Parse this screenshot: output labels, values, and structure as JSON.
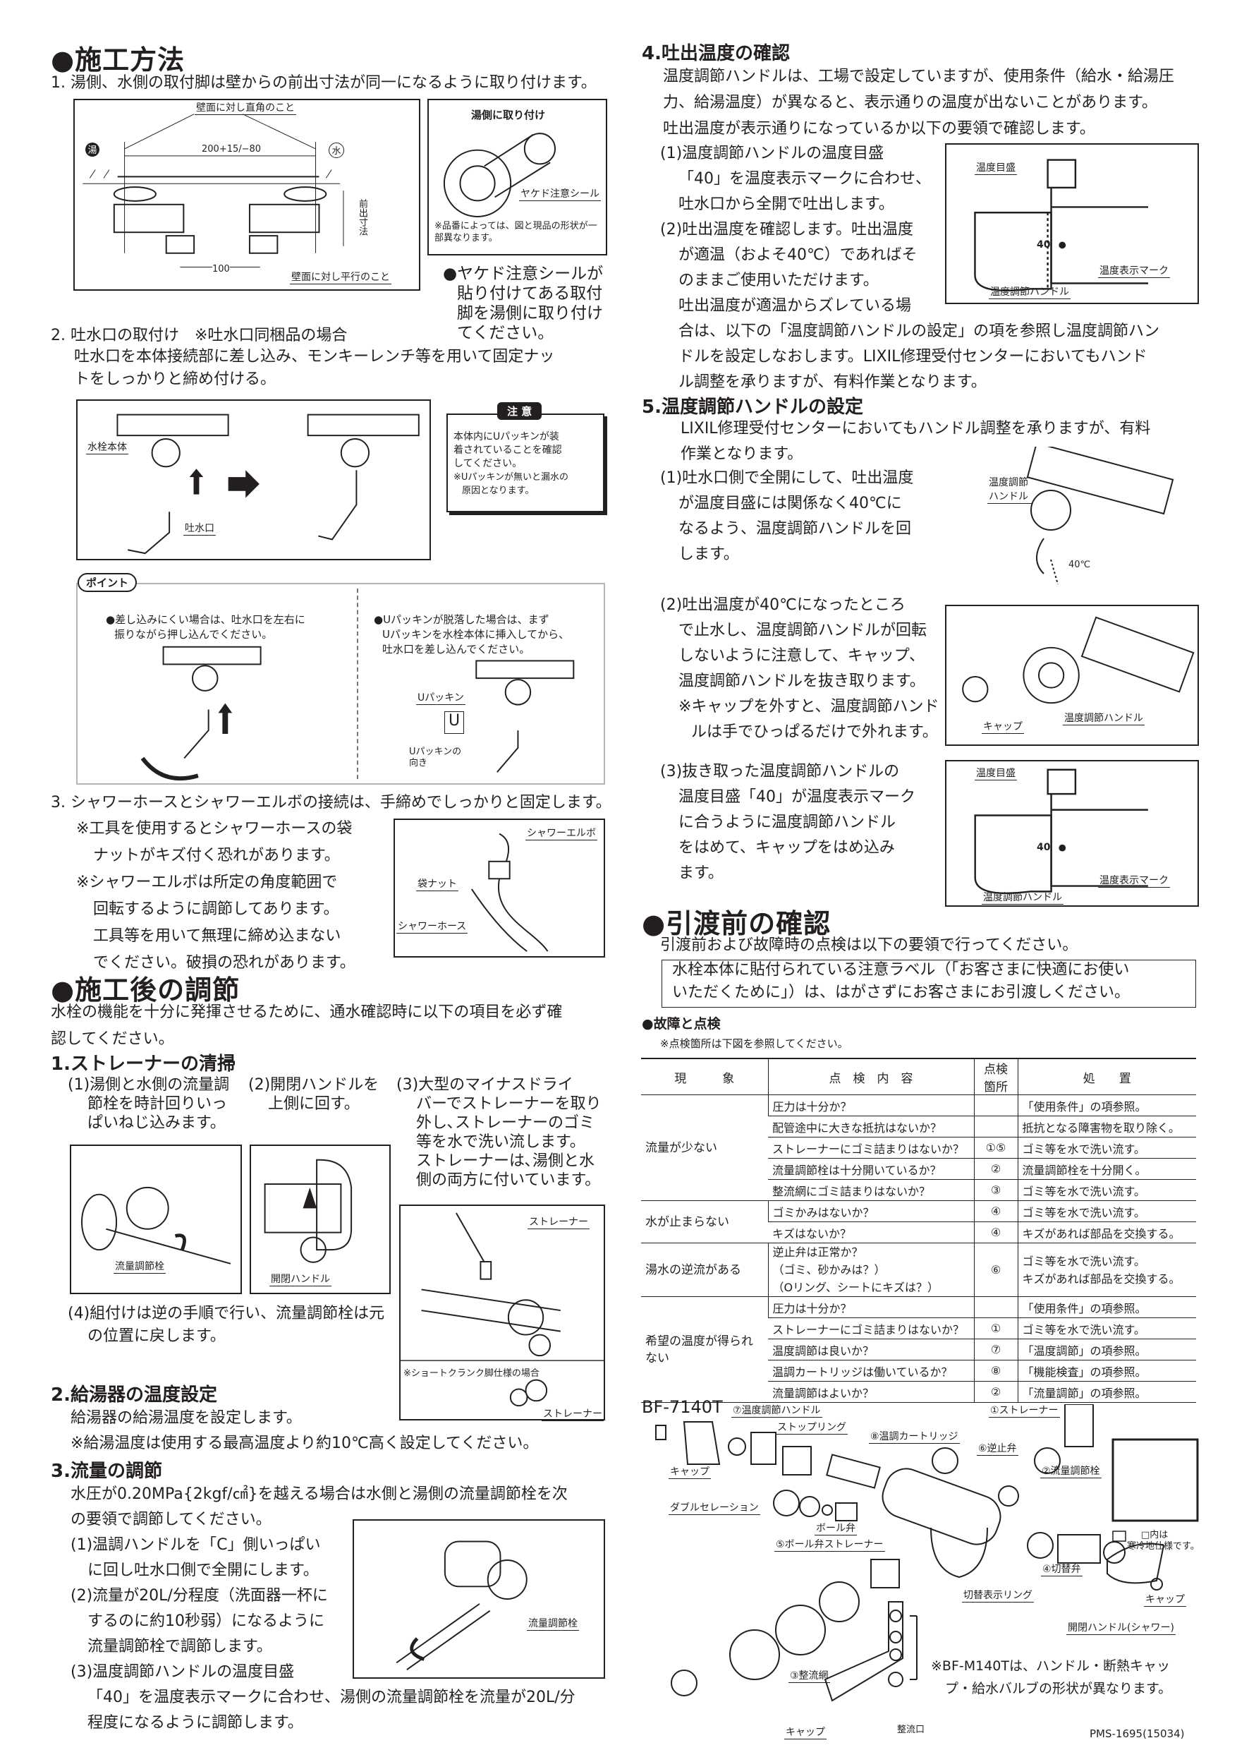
{
  "left": {
    "install": {
      "heading": "●施工方法",
      "step1": "1. 湯側、水側の取付脚は壁からの前出寸法が同一になるように取り付けます。",
      "fig1": {
        "perpendicular": "壁面に対し直角のこと",
        "dimension": "200+15/−80",
        "hot_mark": "湯",
        "cold_mark": "水",
        "projection": "前出寸法",
        "parallel": "壁面に対し平行のこと",
        "spacing": "100"
      },
      "hot_side_box": {
        "title": "湯側に取り付け",
        "seal_label": "ヤケド注意シール",
        "note": "※品番によっては、図と現品の形状が一部異なります。"
      },
      "hot_side_bullet": [
        "●ヤケド注意シールが",
        "貼り付けてある取付",
        "脚を湯側に取り付け",
        "てください。"
      ],
      "step2": "2. 吐水口の取付け　※吐水口同梱品の場合",
      "step2_body": [
        "吐水口を本体接続部に差し込み、モンキーレンチ等を用いて固定ナッ",
        "トをしっかりと締め付ける。"
      ],
      "fig2": {
        "body_label": "水栓本体",
        "spout_label": "吐水口"
      },
      "caution": {
        "title": "注 意",
        "lines": [
          "本体内にUパッキンが装",
          "着されていることを確認",
          "してください。"
        ],
        "note": [
          "※Uパッキンが無いと漏水の",
          "原因となります。"
        ]
      },
      "point": {
        "badge": "ポイント",
        "left": [
          "●差し込みにくい場合は、吐水口を左右に",
          "振りながら押し込んでください。"
        ],
        "right": [
          "●Uパッキンが脱落した場合は、まず",
          "Uパッキンを水栓本体に挿入してから、",
          "吐水口を差し込んでください。"
        ],
        "u_packing": "Uパッキン",
        "u_letter": "U",
        "u_direction": [
          "Uパッキンの",
          "向き"
        ]
      },
      "step3": "3. シャワーホースとシャワーエルボの接続は、手締めでしっかりと固定します。",
      "step3_notes": [
        "※工具を使用するとシャワーホースの袋",
        "ナットがキズ付く恐れがあります。",
        "※シャワーエルボは所定の角度範囲で",
        "回転するように調節してあります。",
        "工具等を用いて無理に締め込まない",
        "でください。破損の恐れがあります。"
      ],
      "shower_fig": {
        "elbow": "シャワーエルボ",
        "nut": "袋ナット",
        "hose": "シャワーホース"
      }
    },
    "adjust": {
      "heading": "●施工後の調節",
      "intro": [
        "水栓の機能を十分に発揮させるために、通水確認時に以下の項目を必ず確",
        "認してください。"
      ],
      "strainer": {
        "heading": "1.ストレーナーの清掃",
        "c1": [
          "(1)湯側と水側の流量調",
          "節栓を時計回りいっ",
          "ぱいねじ込みます。"
        ],
        "c2": [
          "(2)開閉ハンドルを",
          "上側に回す。"
        ],
        "c3": [
          "(3)大型のマイナスドライ",
          "バーでストレーナーを取り",
          "外し､ストレーナーのゴミ",
          "等を水で洗い流します。",
          "ストレーナーは､湯側と水",
          "側の両方に付いています。"
        ],
        "fig_flow_valve": "流量調節栓",
        "fig_handle": "開閉ハンドル",
        "fig_strainer": "ストレーナー",
        "short_crank": "※ショートクランク脚仕様の場合",
        "c4": [
          "(4)組付けは逆の手順で行い、流量調節栓は元",
          "の位置に戻します。"
        ]
      },
      "heater": {
        "heading": "2.給湯器の温度設定",
        "lines": [
          "給湯器の給湯温度を設定します。",
          "※給湯温度は使用する最高温度より約10℃高く設定してください。"
        ]
      },
      "flow": {
        "heading": "3.流量の調節",
        "intro": [
          "水圧が0.20MPa{2kgf/㎠}を越える場合は水側と湯側の流量調節栓を次",
          "の要領で調節してください。"
        ],
        "steps": [
          "(1)温調ハンドルを「C」側いっぱい",
          "に回し吐水口側で全開にします。",
          "(2)流量が20L/分程度（洗面器一杯に",
          "するのに約10秒弱）になるように",
          "流量調節栓で調節します。",
          "(3)温度調節ハンドルの温度目盛"
        ],
        "tail": [
          "「40」を温度表示マークに合わせ、湯側の流量調節栓を流量が20L/分",
          "程度になるように調節します。"
        ],
        "fig_label": "流量調節栓"
      }
    }
  },
  "right": {
    "temp_check": {
      "heading": "4.吐出温度の確認",
      "intro": [
        "温度調節ハンドルは、工場で設定していますが、使用条件（給水・給湯圧",
        "力、給湯温度）が異なると、表示通りの温度が出ないことがあります。",
        "吐出温度が表示通りになっているか以下の要領で確認します。"
      ],
      "steps": [
        "(1)温度調節ハンドルの温度目盛",
        "「40」を温度表示マークに合わせ、",
        "吐水口から全開で吐出します。",
        "(2)吐出温度を確認します。吐出温度",
        "が適温（およそ40℃）であればそ",
        "のままご使用いただけます。",
        "吐出温度が適温からズレている場"
      ],
      "tail": [
        "合は、以下の「温度調節ハンドルの設定」の項を参照し温度調節ハン",
        "ドルを設定しなおします。LIXIL修理受付センターにおいてもハンド",
        "ル調整を承りますが、有料作業となります。"
      ],
      "fig": {
        "scale": "温度目盛",
        "mark": "温度表示マーク",
        "handle": "温度調節ハンドル",
        "value": "40"
      }
    },
    "handle_setting": {
      "heading": "5.温度調節ハンドルの設定",
      "intro": [
        "LIXIL修理受付センターにおいてもハンドル調整を承りますが、有料",
        "作業となります。"
      ],
      "s1": [
        "(1)吐水口側で全開にして、吐出温度",
        "が温度目盛には関係なく40℃に",
        "なるよう、温度調節ハンドルを回",
        "します。"
      ],
      "s2": [
        "(2)吐出温度が40℃になったところ",
        "で止水し、温度調節ハンドルが回転",
        "しないように注意して、キャップ、",
        "温度調節ハンドルを抜き取ります。",
        "※キャップを外すと、温度調節ハンド",
        "ルは手でひっぱるだけで外れます。"
      ],
      "s3": [
        "(3)抜き取った温度調節ハンドルの",
        "温度目盛「40」が温度表示マーク",
        "に合うように温度調節ハンドル",
        "をはめて、キャップをはめ込み",
        "ます。"
      ],
      "fig1": {
        "handle": "温度調節ハンドル",
        "temp": "40℃"
      },
      "fig2": {
        "cap": "キャップ",
        "handle": "温度調節ハンドル"
      },
      "fig3": {
        "scale": "温度目盛",
        "mark": "温度表示マーク",
        "handle": "温度調節ハンドル",
        "value": "40"
      }
    },
    "handover": {
      "heading": "●引渡前の確認",
      "intro": "引渡前および故障時の点検は以下の要領で行ってください。",
      "notice": [
        "水栓本体に貼付られている注意ラベル（「お客さまに快適にお使い",
        "いただくために」）は、はがさずにお客さまにお引渡しください。"
      ],
      "trouble_heading": "●故障と点検",
      "trouble_note": "※点検箇所は下図を参照してください。",
      "table": {
        "headers": [
          "現　　　象",
          "点　検　内　容",
          "点検箇所",
          "処　　置"
        ],
        "groups": [
          {
            "symptom": "流量が少ない",
            "rows": [
              {
                "check": "圧力は十分か？",
                "part": "",
                "action": "「使用条件」の項参照。"
              },
              {
                "check": "配管途中に大きな抵抗はないか？",
                "part": "",
                "action": "抵抗となる障害物を取り除く。"
              },
              {
                "check": "ストレーナーにゴミ詰まりはないか？",
                "part": "①⑤",
                "action": "ゴミ等を水で洗い流す。"
              },
              {
                "check": "流量調節栓は十分開いているか？",
                "part": "②",
                "action": "流量調節栓を十分開く。"
              },
              {
                "check": "整流網にゴミ詰まりはないか？",
                "part": "③",
                "action": "ゴミ等を水で洗い流す。"
              }
            ]
          },
          {
            "symptom": "水が止まらない",
            "rows": [
              {
                "check": "ゴミかみはないか？",
                "part": "④",
                "action": "ゴミ等を水で洗い流す。"
              },
              {
                "check": "キズはないか？",
                "part": "④",
                "action": "キズがあれば部品を交換する。"
              }
            ]
          },
          {
            "symptom": "湯水の逆流がある",
            "rows": [
              {
                "check": "逆止弁は正常か？\n（ゴミ、砂かみは？）\n（Oリング、シートにキズは？）",
                "part": "⑥",
                "action": "ゴミ等を水で洗い流す。\nキズがあれば部品を交換する。"
              }
            ]
          },
          {
            "symptom": "希望の温度が得られない",
            "rows": [
              {
                "check": "圧力は十分か？",
                "part": "",
                "action": "「使用条件」の項参照。"
              },
              {
                "check": "ストレーナーにゴミ詰まりはないか？",
                "part": "①",
                "action": "ゴミ等を水で洗い流す。"
              },
              {
                "check": "温度調節は良いか？",
                "part": "⑦",
                "action": "「温度調節」の項参照。"
              },
              {
                "check": "温調カートリッジは働いているか？",
                "part": "⑧",
                "action": "「機能検査」の項参照。"
              },
              {
                "check": "流量調節はよいか？",
                "part": "②",
                "action": "「流量調節」の項参照。"
              }
            ]
          }
        ]
      }
    },
    "parts": {
      "model": "BF-7140T",
      "labels": {
        "handle": "⑦温度調節ハンドル",
        "stop_ring": "ストップリング",
        "cartridge": "⑧温調カートリッジ",
        "strainer": "①ストレーナー",
        "check_valve": "⑥逆止弁",
        "flow_valve": "②流量調節栓",
        "cap1": "キャップ",
        "serration": "ダブルセレーション",
        "ball_valve": "ボール弁",
        "ball_strainer": "⑤ボール弁ストレーナー",
        "switch_valve": "④切替弁",
        "switch_ring": "切替表示リング",
        "cap2": "キャップ",
        "shower_handle": "開閉ハンドル(シャワー)",
        "mesh": "③整流網",
        "cap3": "キャップ",
        "aerator": "整流口"
      },
      "cold_note": [
        "□内は",
        "寒冷地仕様です。"
      ],
      "variant_note": [
        "※BF-M140Tは、ハンドル・断熱キャッ",
        "プ・給水バルブの形状が異なります。"
      ]
    },
    "doc_code": "PMS-1695(15034)"
  }
}
